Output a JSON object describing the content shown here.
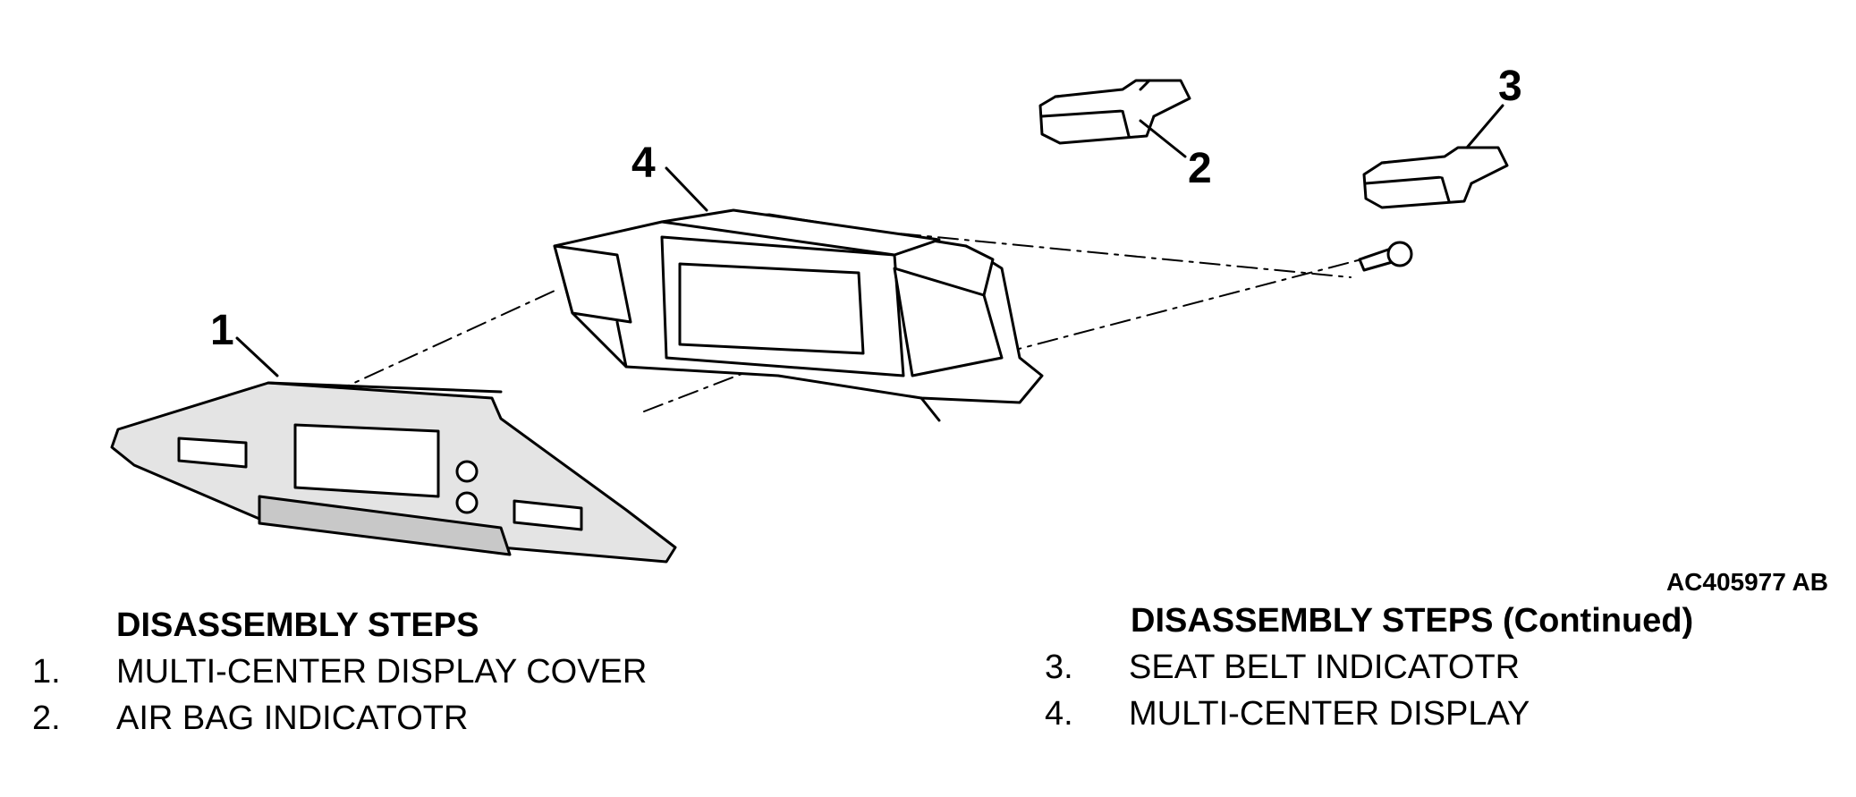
{
  "callouts": {
    "c1": "1",
    "c2": "2",
    "c3": "3",
    "c4": "4"
  },
  "figure_id": "AC405977 AB",
  "steps_left": {
    "heading": "DISASSEMBLY STEPS",
    "items": [
      {
        "num": "1.",
        "label": "MULTI-CENTER DISPLAY COVER"
      },
      {
        "num": "2.",
        "label": "AIR BAG INDICATOTR"
      }
    ]
  },
  "steps_right": {
    "heading": "DISASSEMBLY STEPS (Continued)",
    "items": [
      {
        "num": "3.",
        "label": "SEAT BELT INDICATOTR"
      },
      {
        "num": "4.",
        "label": "MULTI-CENTER DISPLAY"
      }
    ]
  }
}
